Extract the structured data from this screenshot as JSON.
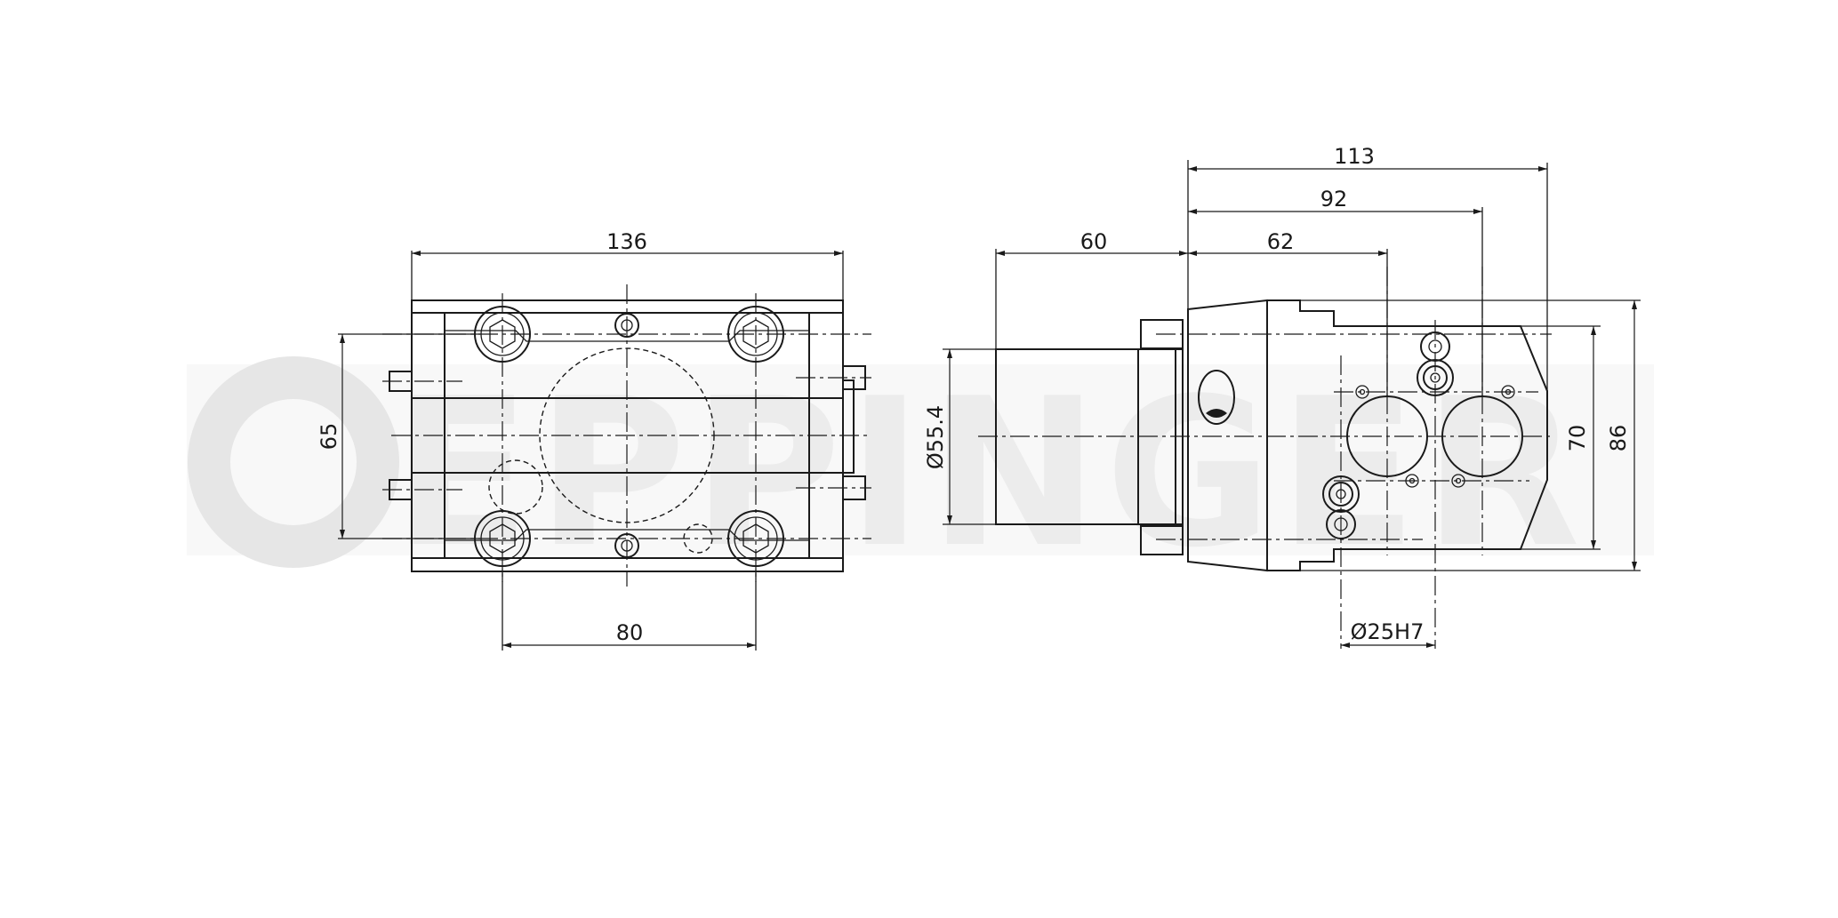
{
  "watermark": {
    "text": "EPPINGER",
    "color": "#ececec"
  },
  "colors": {
    "line": "#1a1a1a",
    "background": "#ffffff"
  },
  "front_view": {
    "dim_width": "136",
    "dim_height": "65",
    "dim_bolt_spacing": "80"
  },
  "side_view": {
    "dim_shank_length": "60",
    "dim_bore_1": "62",
    "dim_bore_2": "92",
    "dim_overall": "113",
    "dim_shank_diameter": "Ø55.4",
    "dim_height_inner": "70",
    "dim_height_outer": "86",
    "dim_bore_diameter": "Ø25H7"
  }
}
